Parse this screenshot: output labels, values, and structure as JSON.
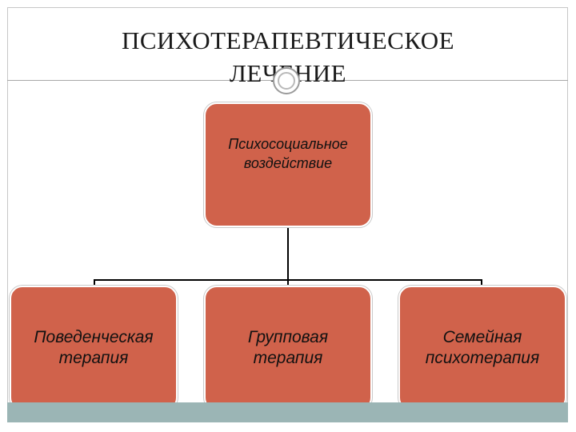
{
  "slide": {
    "title_line1": "ПСИХОТЕРАПЕВТИЧЕСКОЕ",
    "title_line2": "ЛЕЧЕНИЕ"
  },
  "diagram": {
    "root": {
      "line1": "Психосоциальное",
      "line2": "воздействие"
    },
    "children": [
      {
        "line1": "Поведенческая",
        "line2": "терапия"
      },
      {
        "line1": "Групповая",
        "line2": "терапия"
      },
      {
        "line1": "Семейная",
        "line2": "психотерапия"
      }
    ],
    "colors": {
      "box_fill": "#d0624b",
      "connector": "#000000",
      "bottom_band": "#9bb5b5"
    }
  }
}
